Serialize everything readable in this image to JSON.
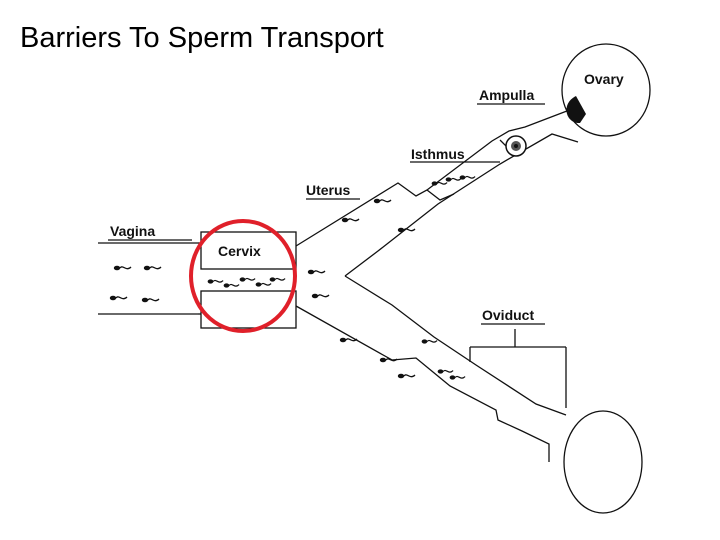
{
  "slide": {
    "title": "Barriers To Sperm Transport"
  },
  "labels": {
    "vagina": "Vagina",
    "cervix": "Cervix",
    "uterus": "Uterus",
    "isthmus": "Isthmus",
    "ampulla": "Ampulla",
    "ovary": "Ovary",
    "oviduct": "Oviduct"
  },
  "colors": {
    "highlight": "#e0202a",
    "ink": "#111111"
  }
}
